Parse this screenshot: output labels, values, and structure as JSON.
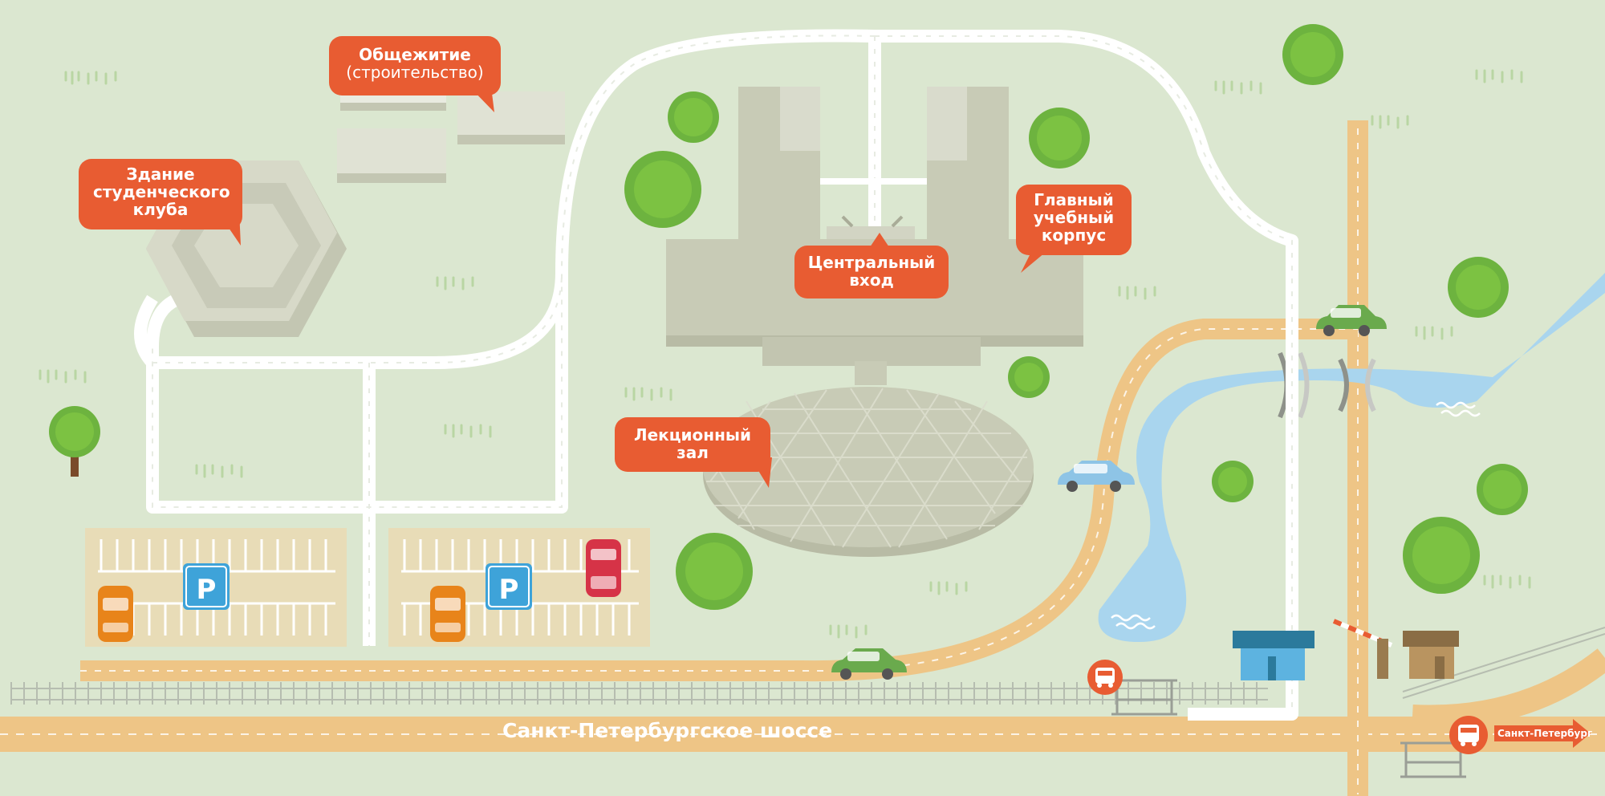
{
  "map": {
    "labels": {
      "dormitory": {
        "title": "Общежитие",
        "subtitle": "(строительство)"
      },
      "student_club": {
        "line1": "Здание",
        "line2": "студенческого",
        "line3": "клуба"
      },
      "main_building": {
        "line1": "Главный",
        "line2": "учебный",
        "line3": "корпус"
      },
      "central_entrance": {
        "line1": "Центральный",
        "line2": "вход"
      },
      "lecture_hall": {
        "line1": "Лекционный",
        "line2": "зал"
      }
    },
    "road_name": "Санкт-Петербургское шоссе",
    "direction_sign": "Санкт-Петербург",
    "parking_symbol": "P",
    "colors": {
      "background": "#dbe7d0",
      "label": "#e85c32",
      "road": "#eec586",
      "path": "#ffffff",
      "building": "#c8cbb6",
      "tree": "#7cc242",
      "river": "#a9d5ee",
      "parking": "#e8dcb7",
      "parking_sign": "#3ea3d9"
    }
  }
}
